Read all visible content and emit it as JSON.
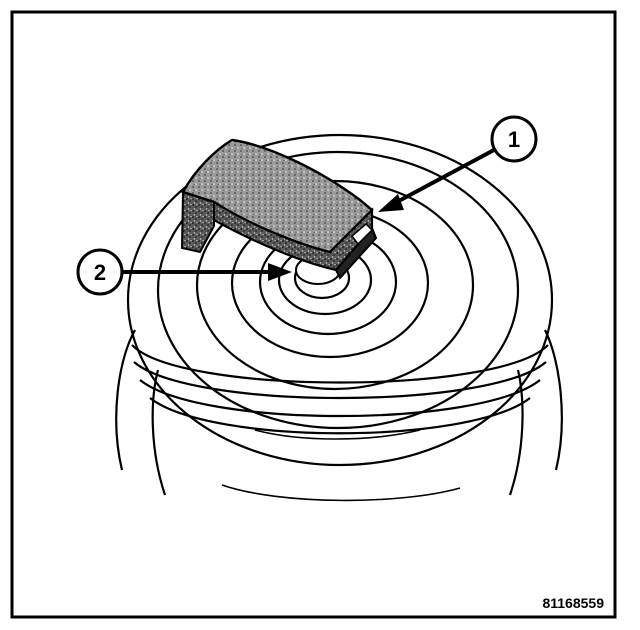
{
  "figure": {
    "id": "81168559",
    "callouts": [
      {
        "label": "1"
      },
      {
        "label": "2"
      }
    ]
  }
}
